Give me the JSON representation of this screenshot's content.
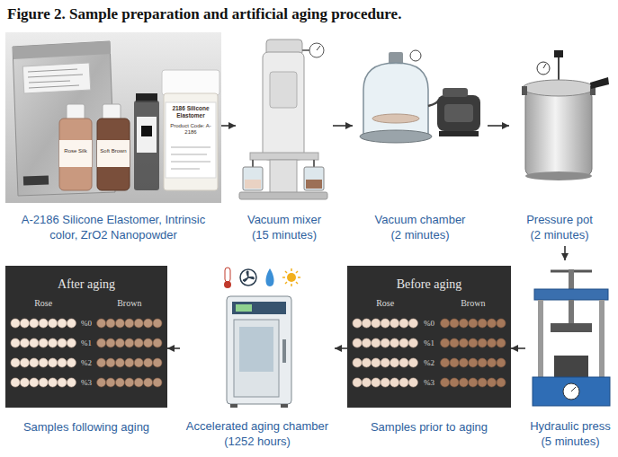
{
  "diagram": {
    "title": "Figure 2. Sample preparation and artificial aging procedure.",
    "nodes": [
      {
        "text": [
          "A-2186 Silicone Elastomer, Intrinsic color, ZrO2 Nanopowder"
        ]
      },
      {
        "text": [
          "Vacuum mixer (15 minutes)"
        ]
      },
      {
        "text": [
          "Vacuum chamber (2 minutes)"
        ]
      },
      {
        "text": [
          "Pressure pot (2 minutes)"
        ]
      },
      {
        "text": [
          "Hydraulic press (5 minutes)"
        ]
      },
      {
        "text": [
          "Before aging",
          "Rose",
          "Brown",
          "%0",
          "%1",
          "%2",
          "%3",
          "Samples prior to aging"
        ]
      },
      {
        "text": [
          "Accelerated aging chamber (1252 hours)"
        ]
      },
      {
        "text": [
          "After aging",
          "Rose",
          "Brown",
          "%0",
          "%1",
          "%2",
          "%3",
          "Samples following aging"
        ]
      }
    ],
    "edges": [
      {
        "from": 0,
        "to": 1,
        "arrow": "to"
      },
      {
        "from": 1,
        "to": 2,
        "arrow": "to"
      },
      {
        "from": 2,
        "to": 3,
        "arrow": "to"
      },
      {
        "from": 3,
        "to": 4,
        "arrow": "to"
      },
      {
        "from": 4,
        "to": 5,
        "arrow": "to"
      },
      {
        "from": 5,
        "to": 6,
        "arrow": "to"
      },
      {
        "from": 6,
        "to": 7,
        "arrow": "to"
      }
    ],
    "labels": [
      "2186 Silicone Elastomer",
      "Product Code: A-2186",
      "Rose Silk",
      "Soft Brown"
    ]
  }
}
